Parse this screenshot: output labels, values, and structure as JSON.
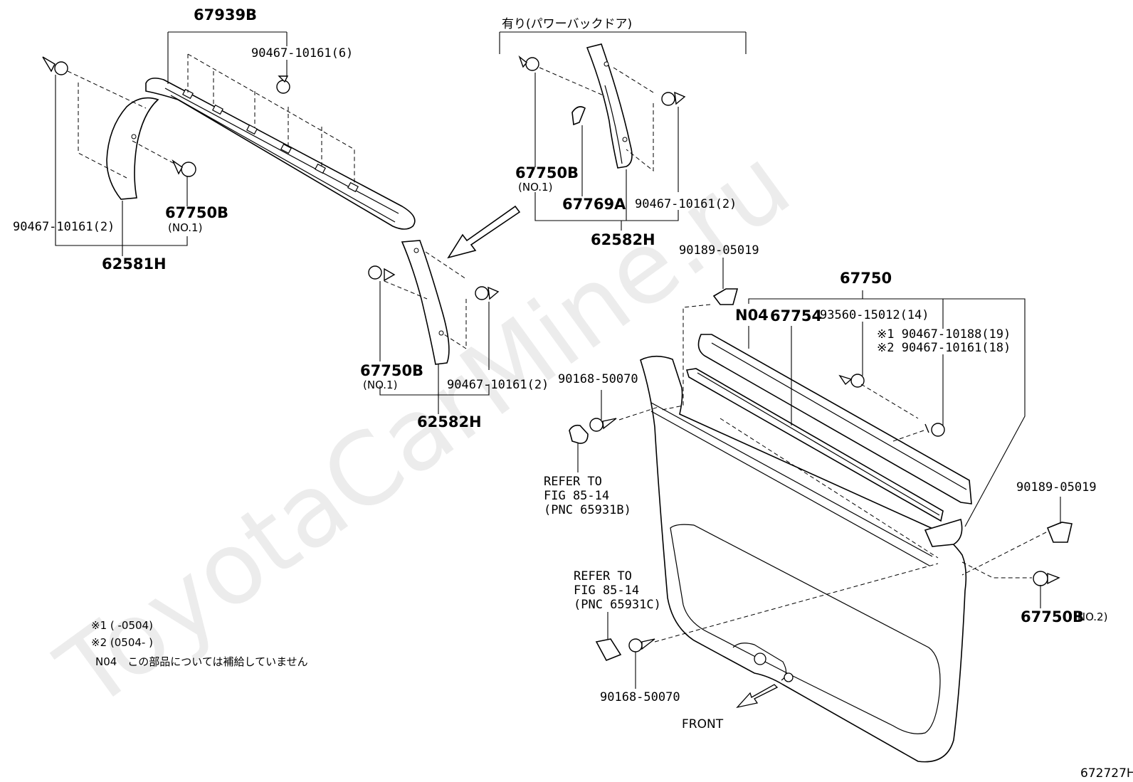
{
  "watermark": "ToyotaCarMine.ru",
  "figure_code": "672727H",
  "group_note": "有り(パワーバックドア)",
  "notes": {
    "note1": "※1 (        -0504)",
    "note2": "※2 (0504-        )",
    "n04": "N04　この部品については補給していません"
  },
  "labels": {
    "p67939B": "67939B",
    "p90467_6": "90467-10161(6)",
    "p90467_2a": "90467-10161(2)",
    "p67750B_a": "67750B",
    "no1_a": "(NO.1)",
    "p62581H": "62581H",
    "p67750B_b": "67750B",
    "no1_b": "(NO.1)",
    "p67769A": "67769A",
    "p90467_2b": "90467-10161(2)",
    "p62582H_a": "62582H",
    "p67750B_c": "67750B",
    "no1_c": "(NO.1)",
    "p90467_2c": "90467-10161(2)",
    "p62582H_b": "62582H",
    "p90189_a": "90189-05019",
    "p67750": "67750",
    "n04": "N04",
    "p67754": "67754",
    "p93560": "93560-15012(14)",
    "p90467_19": "※1 90467-10188(19)",
    "p90467_18": "※2 90467-10161(18)",
    "p90168_a": "90168-50070",
    "refer1_l1": "REFER TO",
    "refer1_l2": "FIG 85-14",
    "refer1_l3": "(PNC 65931B)",
    "p90189_b": "90189-05019",
    "refer2_l1": "REFER TO",
    "refer2_l2": "FIG 85-14",
    "refer2_l3": "(PNC 65931C)",
    "p67750B_d": "67750B",
    "no2": "(NO.2)",
    "p90168_b": "90168-50070",
    "front": "FRONT"
  }
}
